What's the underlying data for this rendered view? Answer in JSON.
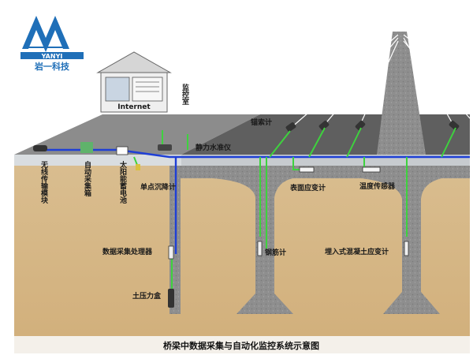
{
  "logo": {
    "brand_en": "YANYI",
    "brand_cn": "岩一科技",
    "color": "#1f6fb8"
  },
  "building": {
    "internet_label": "Internet",
    "room_label": "监控室"
  },
  "labels": {
    "wireless": "无线传输模块",
    "auto_box": "自动采集箱",
    "solar": "太阳能蓄电池",
    "settlement": "单点沉降计",
    "static_level": "静力水准仪",
    "anchor": "锚索计",
    "surface_strain": "表面应变计",
    "temperature": "温度传感器",
    "processor": "数据采集处理器",
    "rebar": "钢筋计",
    "embedded": "埋入式混凝土应变计",
    "earth_pressure": "土压力盒"
  },
  "caption": "桥梁中数据采集与自动化监控系统示意图",
  "colors": {
    "cable_blue": "#1e3fd6",
    "cable_green": "#3ed23e",
    "soil": "#d8b98a",
    "deck": "#8a8a8a"
  }
}
